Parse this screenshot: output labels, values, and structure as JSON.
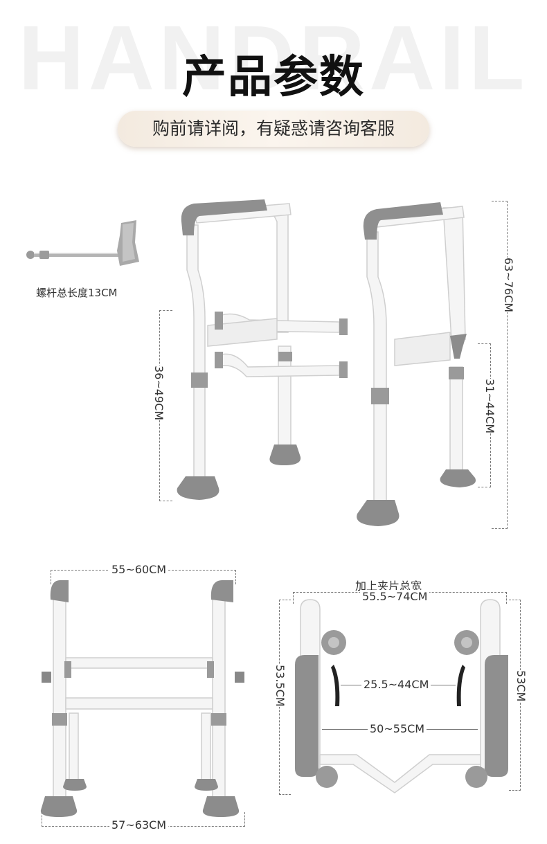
{
  "watermark": "HANDRAIL",
  "title": "产品参数",
  "subtitle": "购前请详阅，有疑惑请咨询客服",
  "screw": {
    "label": "螺杆总长度13CM"
  },
  "main_view": {
    "total_height": "63~76CM",
    "arm_height": "36~49CM",
    "inner_height": "31~44CM"
  },
  "front_view": {
    "top_width": "55~60CM",
    "bottom_width": "57~63CM"
  },
  "top_view": {
    "clip_caption": "加上夹片总宽",
    "clip_width": "55.5~74CM",
    "depth_left": "53.5CM",
    "depth_right": "53CM",
    "clamp_range": "25.5~44CM",
    "inner_width": "50~55CM"
  },
  "colors": {
    "frame": "#f4f4f4",
    "pad": "#8e8e8e",
    "foot": "#9a9a9a",
    "outline": "#cfcfcf"
  }
}
